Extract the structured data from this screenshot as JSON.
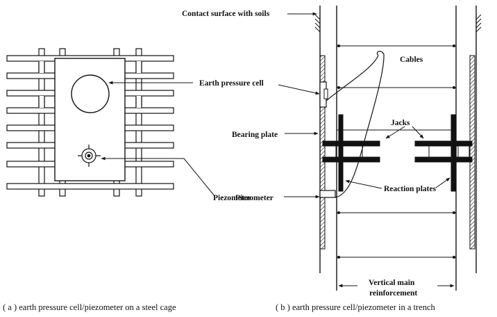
{
  "labels": {
    "contact_surface": "Contact surface with soils",
    "earth_pressure_cell": "Earth pressure cell",
    "cables": "Cables",
    "jacks": "Jacks",
    "bearing_plate": "Bearing plate",
    "piezometer_left": "Piezometer",
    "reaction_plates": "Reaction plates",
    "piezometer_right": "Piezometer",
    "vertical_main_line1": "Vertical main",
    "vertical_main_line2": "reinforcement"
  },
  "captions": {
    "a": "( a ) earth pressure cell/piezometer on a steel cage",
    "b": "( b ) earth pressure cell/piezometer in a trench"
  },
  "colors": {
    "ink": "#111111",
    "paper": "#ffffff"
  }
}
